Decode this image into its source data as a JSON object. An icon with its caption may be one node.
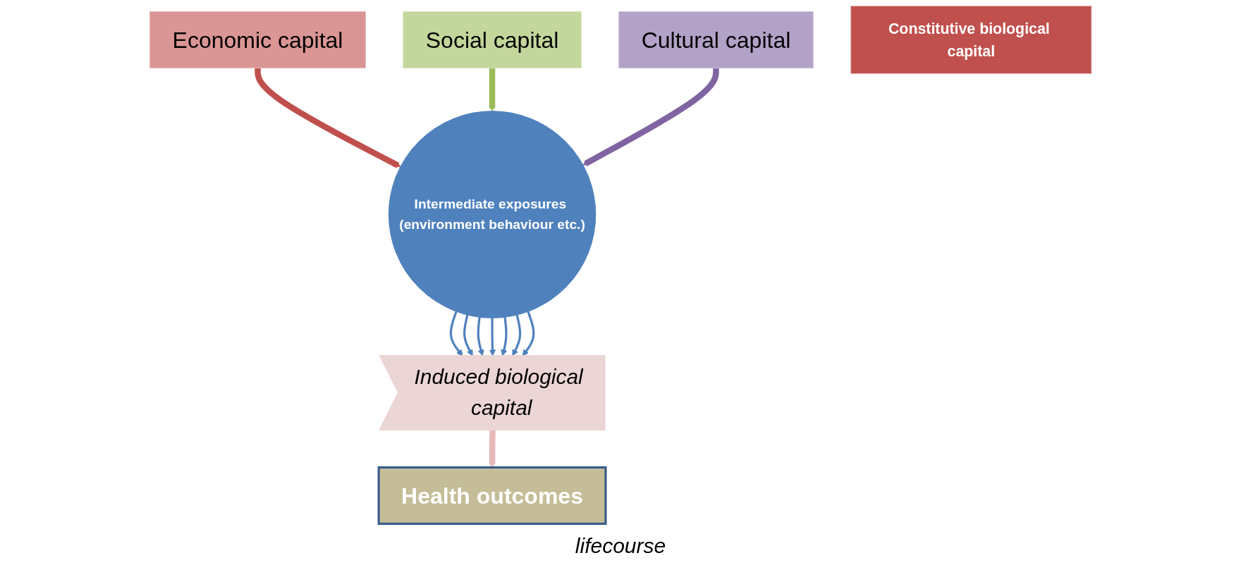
{
  "diagram": {
    "nodes": [
      {
        "text": [
          "Economic capital"
        ]
      },
      {
        "text": [
          "Social capital"
        ]
      },
      {
        "text": [
          "Cultural capital"
        ]
      },
      {
        "text": [
          "Intermediate exposures (environment behaviour etc.)"
        ]
      },
      {
        "text": [
          "Constitutive biological capital"
        ]
      },
      {
        "text": [
          "Induced biological capital"
        ]
      },
      {
        "text": [
          "Health outcomes"
        ]
      }
    ],
    "edges": [
      {
        "from": 0,
        "to": 3,
        "arrow": "to",
        "style": "thick",
        "color": "#c0504d"
      },
      {
        "from": 1,
        "to": 3,
        "arrow": "to",
        "style": "thick",
        "color": "#9bbb59"
      },
      {
        "from": 2,
        "to": 3,
        "arrow": "to",
        "style": "thick",
        "color": "#8064a2"
      },
      {
        "from": 3,
        "to": 5,
        "arrow": "to"
      },
      {
        "from": 3,
        "to": 5,
        "arrow": "to"
      },
      {
        "from": 3,
        "to": 5,
        "arrow": "to"
      },
      {
        "from": 3,
        "to": 5,
        "arrow": "to"
      },
      {
        "from": 3,
        "to": 5,
        "arrow": "to"
      },
      {
        "from": 3,
        "to": 5,
        "arrow": "to"
      },
      {
        "from": 3,
        "to": 5,
        "arrow": "to"
      },
      {
        "from": 5,
        "to": 6,
        "arrow": "to",
        "style": "thick",
        "color": "#e6b9b8"
      }
    ],
    "labels": [
      "lifecourse"
    ]
  }
}
